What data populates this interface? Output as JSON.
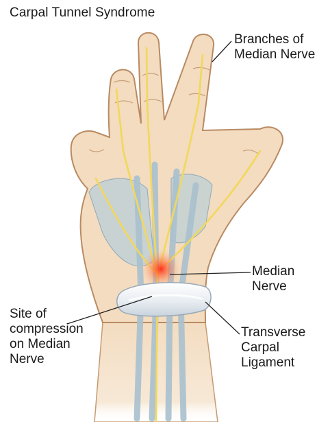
{
  "title": "Carpal Tunnel Syndrome",
  "labels": {
    "branches": [
      "Branches of",
      "Median Nerve"
    ],
    "median": [
      "Median",
      "Nerve"
    ],
    "site": [
      "Site of",
      "compression",
      "on Median",
      "Nerve"
    ],
    "ligament": [
      "Transverse",
      "Carpal",
      "Ligament"
    ]
  },
  "colors": {
    "skin": "#f3dcc0",
    "skin_shade": "#dcb48e",
    "outline": "#b98a62",
    "tendon": "#b9cfd9",
    "nerve": "#f2d85a",
    "compression": "#ff3a2a",
    "ligament": "#eef2f6"
  }
}
